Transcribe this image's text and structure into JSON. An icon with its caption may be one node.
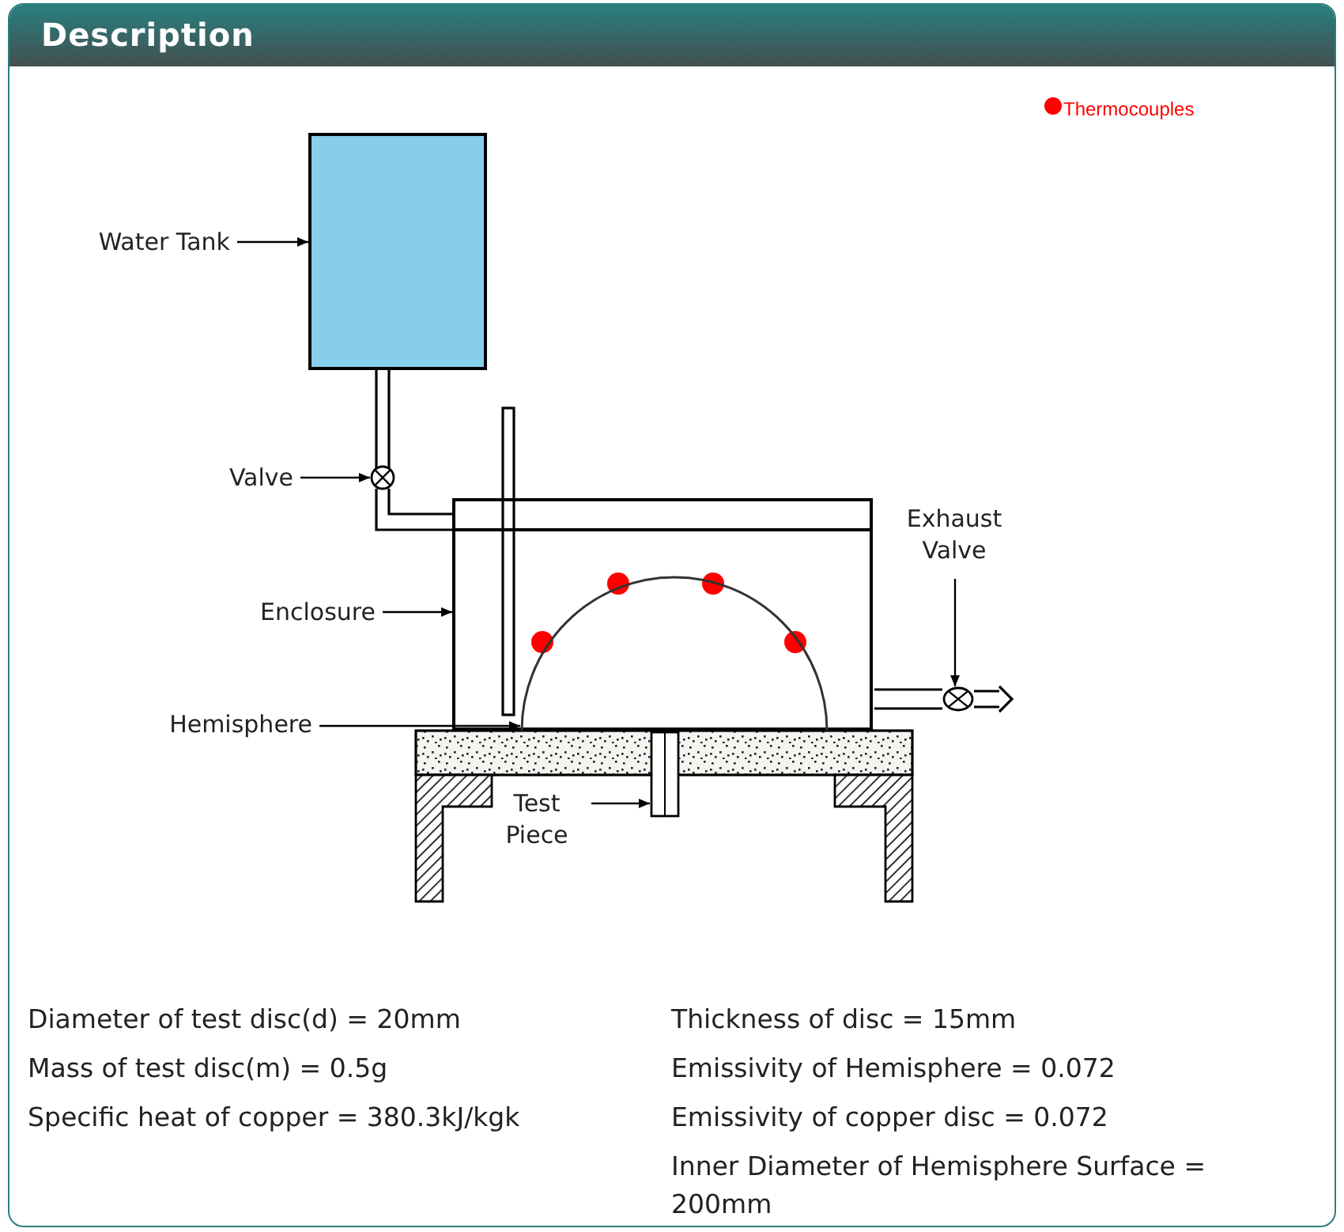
{
  "diagram": {
    "title": "Description",
    "nodes": [
      {
        "text": [
          "Water Tank"
        ]
      },
      {
        "text": [],
        "shape": "box"
      },
      {
        "text": [
          "Valve"
        ]
      },
      {
        "text": [],
        "shape": "circle"
      },
      {
        "text": [
          "Enclosure"
        ]
      },
      {
        "text": [],
        "shape": "box"
      },
      {
        "text": [
          "Hemisphere"
        ]
      },
      {
        "text": [],
        "shape": "dome",
        "in": 5
      },
      {
        "text": [
          "Test Piece"
        ]
      },
      {
        "text": [],
        "shape": "bar"
      },
      {
        "text": [
          "Exhaust Valve"
        ]
      },
      {
        "text": [],
        "shape": "circle"
      }
    ],
    "edges": [
      {
        "from": 0,
        "to": 1,
        "arrow": "to"
      },
      {
        "from": 2,
        "to": 3,
        "arrow": "to"
      },
      {
        "from": 4,
        "to": 5,
        "arrow": "to"
      },
      {
        "from": 6,
        "to": 7,
        "arrow": "to"
      },
      {
        "from": 8,
        "to": 9,
        "arrow": "to"
      },
      {
        "from": 10,
        "to": 11,
        "arrow": "to"
      }
    ],
    "labels": [
      "Diameter of test disc(d) = 20mm",
      "Thickness of disc = 15mm",
      "Mass of test disc(m) = 0.5g",
      "Emissivity of Hemisphere = 0.072",
      "Specific heat of copper = 380.3kJ/kgk",
      "Emissivity of copper disc = 0.072",
      "Inner Diameter of Hemisphere Surface = 200mm"
    ],
    "legend": [
      {
        "text": "Thermocouples",
        "color": "#ff0000"
      }
    ]
  }
}
